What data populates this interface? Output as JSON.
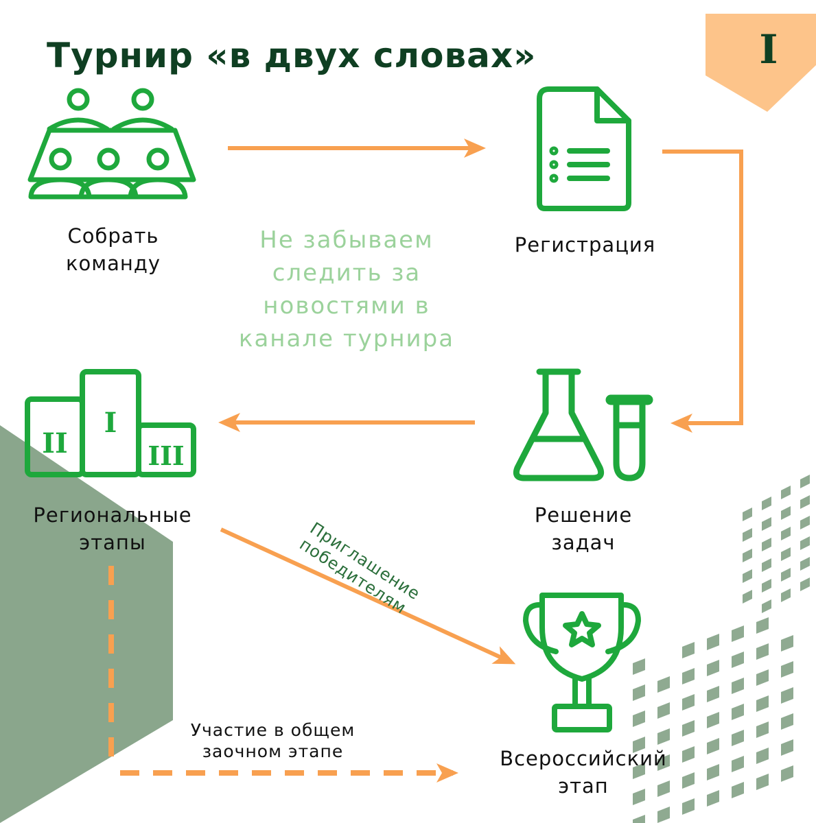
{
  "title": "Турнир «в двух словах»",
  "badge": "I",
  "steps": {
    "team": "Собрать\nкоманду",
    "registration": "Регистрация",
    "regional": "Региональные\nэтапы",
    "tasks": "Решение\nзадач",
    "final": "Всероссийский\nэтап"
  },
  "reminder": "Не забываем\nследить за\nновостями в\nканале турнира",
  "podium_labels": [
    "II",
    "I",
    "III"
  ],
  "notes": {
    "invite_line1": "Приглашение",
    "invite_line2": "победителям",
    "correspondence": "Участие в общем\nзаочном этапе"
  },
  "colors": {
    "icon_green": "#1ea83c",
    "arrow_orange": "#f8a050",
    "title_green": "#0f3f22",
    "reminder_green": "#9bd29b",
    "badge_orange": "#fdc48a",
    "band_green": "#8aa68c"
  }
}
